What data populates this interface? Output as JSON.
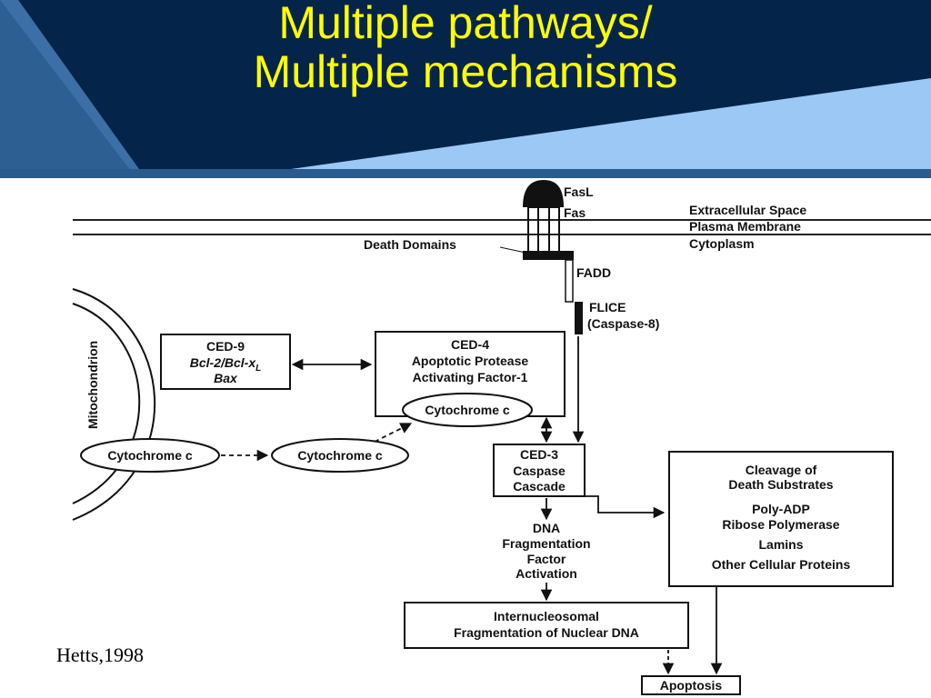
{
  "slide": {
    "title_line1": "Multiple pathways/",
    "title_line2": "Multiple mechanisms",
    "citation": "Hetts,1998",
    "colors": {
      "header_dark": "#04244a",
      "header_mid": "#2d5f93",
      "header_light": "#9cc8f5",
      "title": "#ffff00"
    }
  },
  "diagram": {
    "membrane": {
      "fasl": "FasL",
      "fas": "Fas",
      "extracellular": "Extracellular Space",
      "plasma_membrane": "Plasma Membrane",
      "cytoplasm": "Cytoplasm",
      "death_domains": "Death Domains",
      "fadd": "FADD",
      "flice_line1": "FLICE",
      "flice_line2": "(Caspase-8)"
    },
    "mitochondrion_label": "Mitochondrion",
    "ced9": {
      "line1": "CED-9",
      "line2": "Bcl-2/Bcl-x",
      "line2_sub": "L",
      "line3": "Bax"
    },
    "ced4": {
      "line1": "CED-4",
      "line2": "Apoptotic Protease",
      "line3": "Activating Factor-1"
    },
    "cytochrome_c": "Cytochrome c",
    "ced3": {
      "line1": "CED-3",
      "line2": "Caspase",
      "line3": "Cascade"
    },
    "dna_factor": {
      "line1": "DNA",
      "line2": "Fragmentation",
      "line3": "Factor",
      "line4": "Activation"
    },
    "cleavage": {
      "line1": "Cleavage of",
      "line2": "Death Substrates",
      "line3": "Poly-ADP",
      "line4": "Ribose Polymerase",
      "line5": "Lamins",
      "line6": "Other Cellular Proteins"
    },
    "internucleosomal": {
      "line1": "Internucleosomal",
      "line2": "Fragmentation of Nuclear DNA"
    },
    "apoptosis": "Apoptosis"
  }
}
